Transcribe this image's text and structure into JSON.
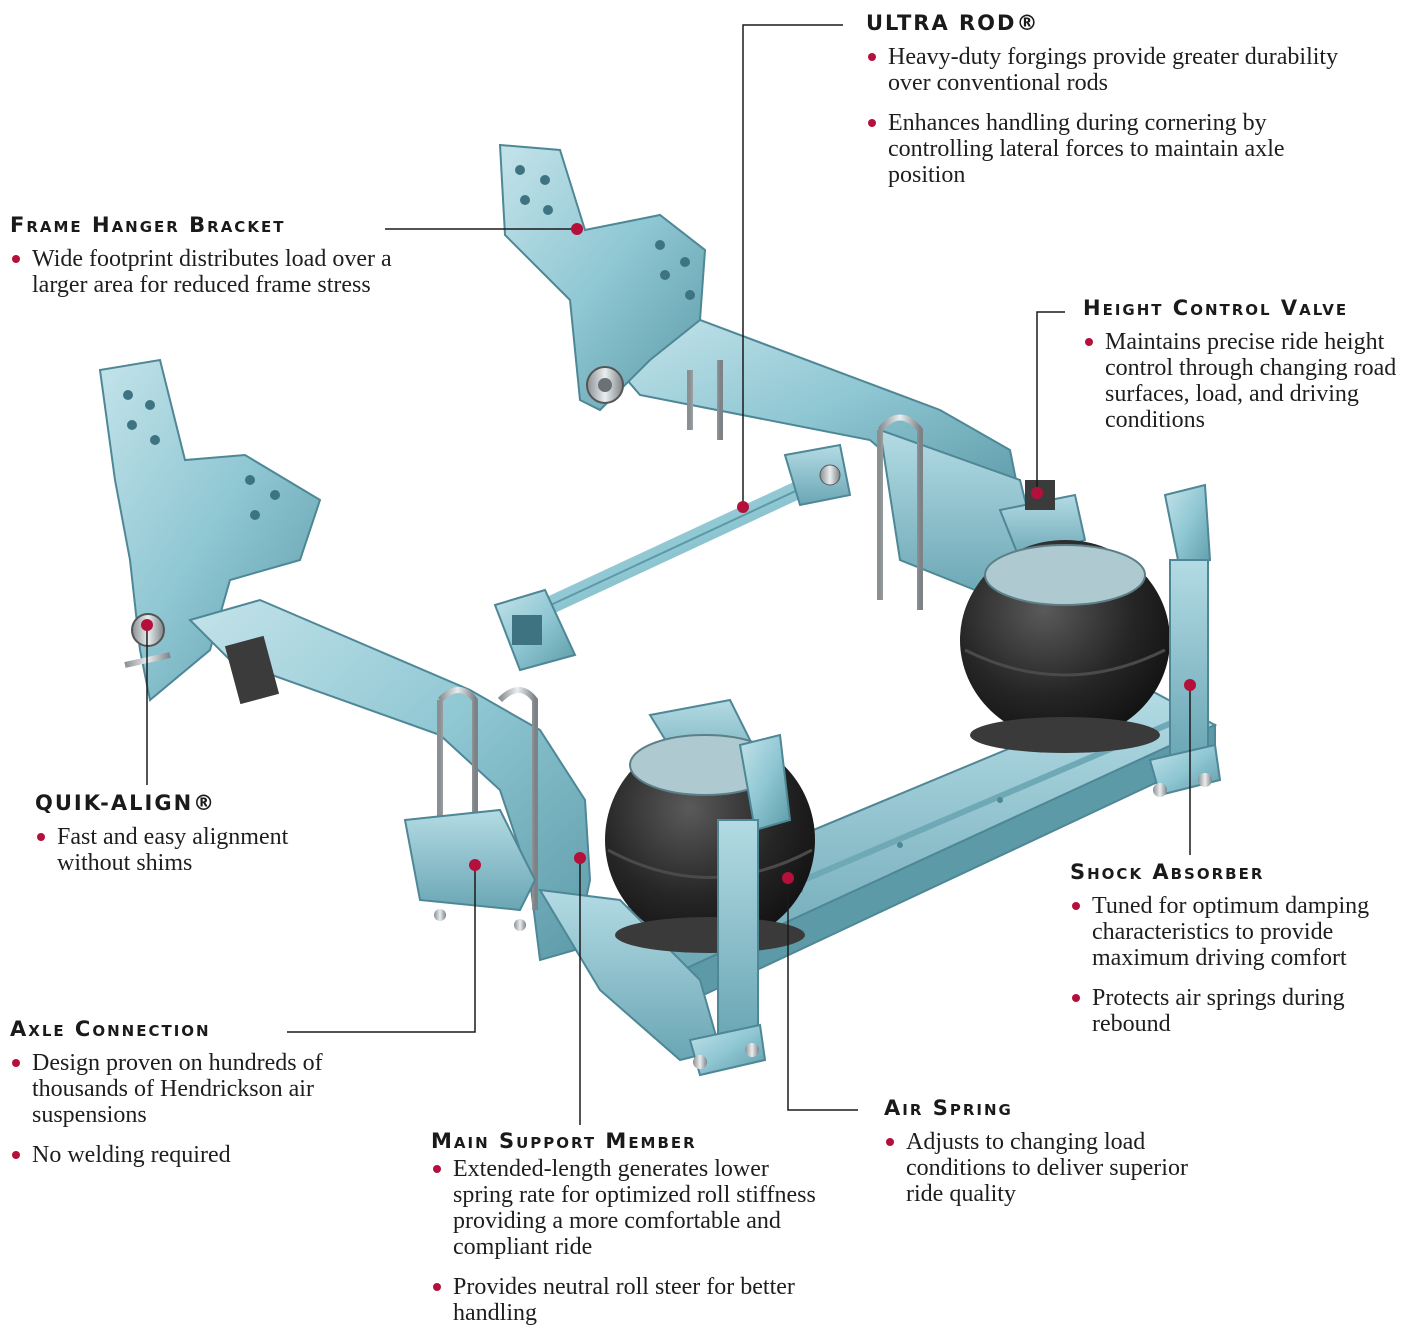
{
  "colors": {
    "accent": "#b5103c",
    "part": "#8fc7d3",
    "part_dark": "#5d9aa8",
    "bellows": "#2a2a2a"
  },
  "callouts": {
    "ultra_rod": {
      "title": "Ultra Rod®",
      "bullets": [
        " Heavy-duty forgings provide greater durability over conventional rods",
        "Enhances handling during cornering by controlling lateral forces to maintain axle position"
      ]
    },
    "frame_hanger": {
      "title": "Frame Hanger Bracket",
      "bullets": [
        "Wide footprint distributes load over a larger area for reduced frame stress"
      ]
    },
    "height_control": {
      "title": "Height Control Valve",
      "bullets": [
        "Maintains precise ride height control through changing road surfaces, load, and driving conditions"
      ]
    },
    "quik_align": {
      "title": "Quik-Align®",
      "bullets": [
        "Fast and easy alignment without shims"
      ]
    },
    "shock_absorber": {
      "title": "Shock Absorber",
      "bullets": [
        "Tuned for optimum damping characteristics to provide maximum driving comfort",
        "Protects air springs during rebound"
      ]
    },
    "axle_connection": {
      "title": "Axle Connection",
      "bullets": [
        "Design proven on hundreds of thousands of Hendrickson air suspensions",
        "No welding required"
      ]
    },
    "air_spring": {
      "title": "Air Spring",
      "bullets": [
        "Adjusts to changing load conditions to deliver superior ride quality"
      ]
    },
    "main_support": {
      "title": "Main Support Member",
      "bullets": [
        "Extended-length generates lower spring rate for optimized roll stiffness providing a more comfortable and compliant ride",
        "Provides neutral roll steer for better handling"
      ]
    }
  }
}
